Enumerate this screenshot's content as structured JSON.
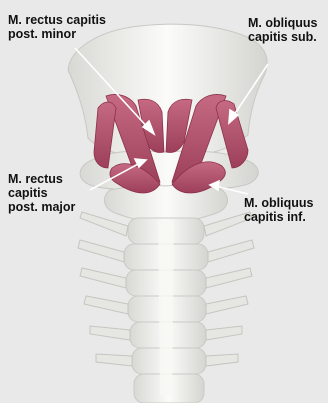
{
  "labels": {
    "rectus_minor": "M. rectus capitis\npost. minor",
    "obliquus_sup": "M. obliquus\ncapitis sub.",
    "rectus_major": "M. rectus\ncapitis\npost. major",
    "obliquus_inf": "M. obliquus\ncapitis inf."
  },
  "colors": {
    "background": "#e9e9e9",
    "bone": "#f2f2ef",
    "muscle": "#b5566f",
    "arrow": "#ffffff",
    "text": "#111111"
  }
}
